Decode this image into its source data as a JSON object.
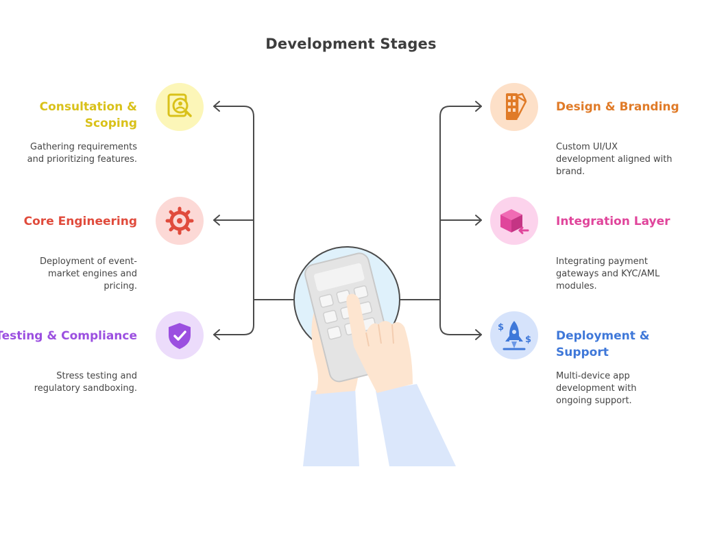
{
  "title": "Development Stages",
  "colors": {
    "yellow": "#d9c11a",
    "orange": "#e07b28",
    "red": "#e04b3c",
    "pink": "#e0459b",
    "purple": "#9b4fe0",
    "blue": "#3f78d9",
    "connector": "#4a4a4a"
  },
  "stages": [
    {
      "title": "Consultation & Scoping",
      "description": "Gathering requirements and prioritizing features.",
      "icon": "user-search-icon"
    },
    {
      "title": "Core Engineering",
      "description": "Deployment of event-market engines and pricing.",
      "icon": "gear-icon"
    },
    {
      "title": "Testing & Compliance",
      "description": "Stress testing and regulatory sandboxing.",
      "icon": "shield-check-icon"
    },
    {
      "title": "Design & Branding",
      "description": "Custom UI/UX development aligned with brand.",
      "icon": "swatch-palette-icon"
    },
    {
      "title": "Integration Layer",
      "description": "Integrating payment gateways and KYC/AML modules.",
      "icon": "package-import-icon"
    },
    {
      "title": "Deployment & Support",
      "description": "Multi-device app development with ongoing support.",
      "icon": "rocket-dollar-icon"
    }
  ],
  "center_icon": "hand-calculator-icon"
}
